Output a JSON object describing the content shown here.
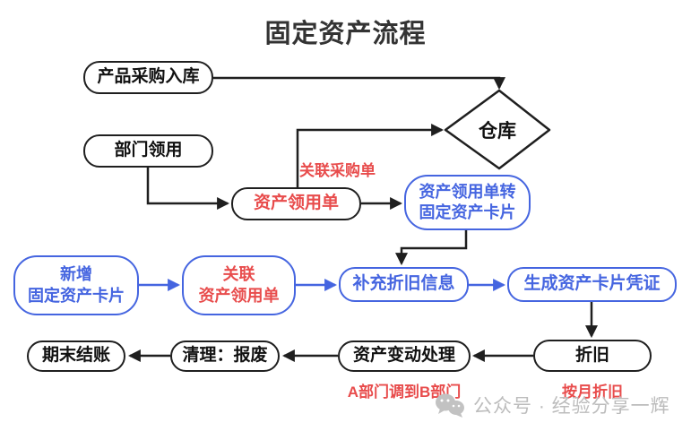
{
  "title": "固定资产流程",
  "colors": {
    "accent_blue": "#4565e0",
    "accent_red": "#e84c4c",
    "stroke_black": "#1f1f1f",
    "watermark_gray": "#bcbcbc"
  },
  "nodes": {
    "product_purchase": {
      "label": "产品采购入库"
    },
    "dept_requisition": {
      "label": "部门领用"
    },
    "warehouse": {
      "label": "仓库"
    },
    "asset_requisition": {
      "label": "资产领用单"
    },
    "requisition_to_card": {
      "label": "资产领用单转\n固定资产卡片"
    },
    "new_asset_card": {
      "label": "新增\n固定资产卡片"
    },
    "link_requisition": {
      "label": "关联\n资产领用单"
    },
    "depreciation_info": {
      "label": "补充折旧信息"
    },
    "asset_card_voucher": {
      "label": "生成资产卡片凭证"
    },
    "period_end_close": {
      "label": "期末结账"
    },
    "cleanup_scrap": {
      "label": "清理：报废"
    },
    "asset_change": {
      "label": "资产变动处理"
    },
    "depreciation": {
      "label": "折旧"
    }
  },
  "annotations": {
    "link_purchase_order": "关联采购单",
    "dept_transfer": "A部门调到B部门",
    "monthly_depreciation": "按月折旧"
  },
  "watermark": {
    "text": "公众号 · 经验分享一辉"
  }
}
